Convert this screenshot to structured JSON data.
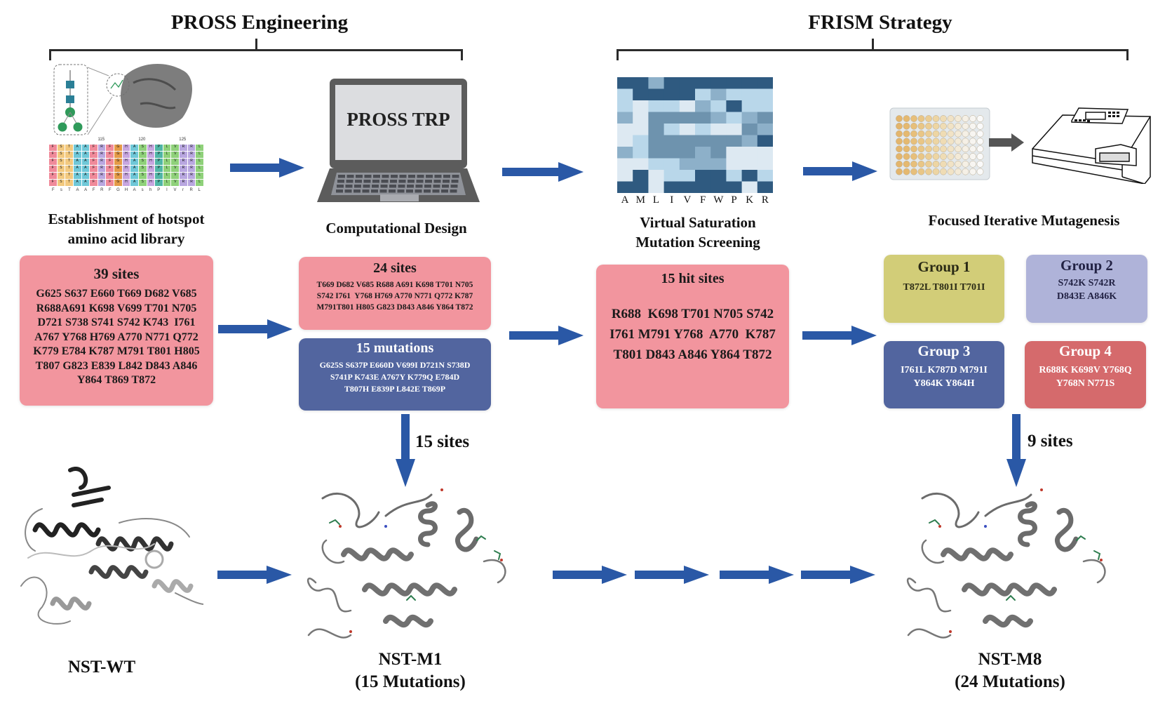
{
  "sections": {
    "pross": {
      "title": "PROSS Engineering"
    },
    "frism": {
      "title": "FRISM Strategy"
    }
  },
  "steps": {
    "library": {
      "caption_line1": "Establishment of hotspot",
      "caption_line2": "amino acid library",
      "alignment_ticks": [
        "115",
        "120",
        "125"
      ],
      "consensus": [
        "F",
        "s",
        "T",
        "A",
        "A",
        "F",
        "R",
        "F",
        "G",
        "H",
        "A",
        "s",
        "h",
        "P",
        "l",
        "V",
        "r",
        "R",
        "L"
      ]
    },
    "computational": {
      "caption": "Computational Design",
      "screen_text": "PROSS TRP"
    },
    "screening": {
      "caption_line1": "Virtual Saturation",
      "caption_line2": "Mutation Screening"
    },
    "iterative": {
      "caption": "Focused Iterative Mutagenesis"
    }
  },
  "heatmap": {
    "columns": [
      "A",
      "M",
      "L",
      "I",
      "V",
      "F",
      "W",
      "P",
      "K",
      "R"
    ],
    "levels": [
      [
        4,
        4,
        2,
        4,
        4,
        4,
        4,
        4,
        4,
        4
      ],
      [
        1,
        4,
        4,
        4,
        4,
        1,
        2,
        1,
        1,
        1
      ],
      [
        1,
        0,
        1,
        1,
        0,
        2,
        1,
        4,
        1,
        1
      ],
      [
        2,
        0,
        3,
        3,
        3,
        3,
        2,
        1,
        2,
        3
      ],
      [
        0,
        0,
        3,
        1,
        0,
        1,
        0,
        0,
        3,
        2
      ],
      [
        0,
        1,
        3,
        3,
        3,
        3,
        3,
        3,
        2,
        4
      ],
      [
        2,
        1,
        3,
        3,
        3,
        2,
        3,
        0,
        0,
        0
      ],
      [
        0,
        0,
        1,
        1,
        2,
        2,
        2,
        0,
        0,
        0
      ],
      [
        0,
        4,
        0,
        1,
        1,
        4,
        4,
        1,
        4,
        1
      ],
      [
        4,
        4,
        0,
        4,
        4,
        4,
        4,
        4,
        0,
        4
      ]
    ],
    "palette": [
      "#dde9f2",
      "#b9d7ea",
      "#8db0c9",
      "#6e93ae",
      "#2f5a80"
    ]
  },
  "boxes": {
    "sites39": {
      "title": "39 sites",
      "lines": [
        "G625 S637 E660 T669 D682 V685",
        "R688A691 K698 V699 T701 N705",
        "D721 S738 S741 S742 K743  I761",
        "A767 Y768 H769 A770 N771 Q772",
        "K779 E784 K787 M791 T801 H805",
        "T807 G823 E839 L842 D843 A846",
        "Y864 T869 T872"
      ]
    },
    "sites24": {
      "title": "24 sites",
      "lines": [
        "T669 D682 V685 R688 A691 K698 T701 N705",
        "S742 I761  Y768 H769 A770 N771 Q772 K787",
        "M791T801 H805 G823 D843 A846 Y864 T872"
      ]
    },
    "mutations15": {
      "title": "15 mutations",
      "lines": [
        "G625S S637P E660D V699I D721N S738D",
        "S741P K743E A767Y K779Q E784D",
        "T807H E839P L842E T869P"
      ]
    },
    "hits15": {
      "title": "15 hit sites",
      "lines": [
        "R688  K698 T701 N705 S742",
        "I761 M791 Y768  A770  K787",
        "T801 D843 A846 Y864 T872"
      ]
    },
    "group1": {
      "title": "Group 1",
      "lines": [
        "T872L T801I T701I"
      ]
    },
    "group2": {
      "title": "Group 2",
      "lines": [
        "S742K S742R",
        "D843E A846K"
      ]
    },
    "group3": {
      "title": "Group 3",
      "lines": [
        "I761L K787D M791I",
        "Y864K Y864H"
      ]
    },
    "group4": {
      "title": "Group 4",
      "lines": [
        "R688K K698V Y768Q",
        "Y768N N771S"
      ]
    }
  },
  "flow_labels": {
    "m1_sites": "15 sites",
    "m8_sites": "9 sites"
  },
  "structures": {
    "wt": {
      "name": "NST-WT"
    },
    "m1": {
      "name": "NST-M1",
      "detail": "(15 Mutations)"
    },
    "m8": {
      "name": "NST-M8",
      "detail": "(24 Mutations)"
    }
  },
  "colors": {
    "arrow": "#2a58a6",
    "pink_box": "#f2959e",
    "navy_box": "#52659f",
    "group1": "#d2cd78",
    "group2": "#afb3d9",
    "group3": "#52659f",
    "group4": "#d56a6c"
  }
}
